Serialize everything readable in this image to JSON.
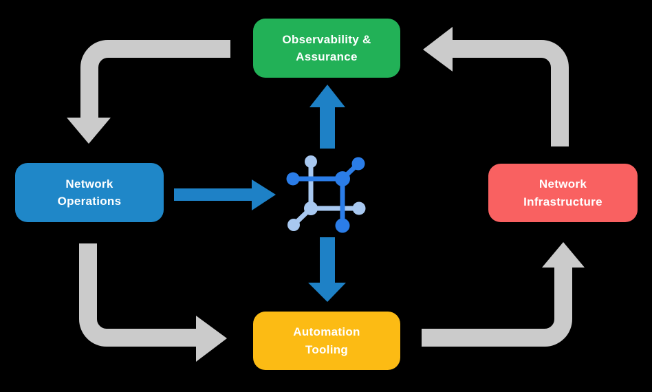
{
  "title": "Network automation operational loop diagram",
  "background": "#000000",
  "colors": {
    "green": "#22B157",
    "blue": "#1F87C8",
    "red": "#F96161",
    "yellow": "#FCBB14",
    "arrow_gray": "#CBCBCB",
    "arrow_blue": "#1E81C6",
    "icon_dark_blue": "#2B7DE8",
    "icon_light_blue": "#A8C8F0",
    "text": "#FFFFFF"
  },
  "boxes": {
    "observability": {
      "lines": [
        "Observability &",
        "Assurance"
      ],
      "color": "#22B157"
    },
    "operations": {
      "lines": [
        "Network",
        "Operations"
      ],
      "color": "#1F87C8"
    },
    "infrastructure": {
      "lines": [
        "Network",
        "Infrastructure"
      ],
      "color": "#F96161"
    },
    "automation": {
      "lines": [
        "Automation",
        "Tooling"
      ],
      "color": "#FCBB14"
    }
  },
  "center_icon": {
    "name": "network-node-icon",
    "description": "square network/chip glyph with six connected nodes"
  },
  "arrows": {
    "gray_cycle": [
      {
        "from": "observability",
        "to": "operations",
        "direction": "left-then-down"
      },
      {
        "from": "operations",
        "to": "automation",
        "direction": "down-then-right"
      },
      {
        "from": "automation",
        "to": "infrastructure",
        "direction": "right-then-up"
      },
      {
        "from": "infrastructure",
        "to": "observability",
        "direction": "up-then-left"
      }
    ],
    "blue_spokes": [
      {
        "from": "center-icon",
        "to": "observability",
        "direction": "up"
      },
      {
        "from": "operations",
        "to": "center-icon",
        "direction": "right"
      },
      {
        "from": "center-icon",
        "to": "automation",
        "direction": "down"
      }
    ]
  }
}
